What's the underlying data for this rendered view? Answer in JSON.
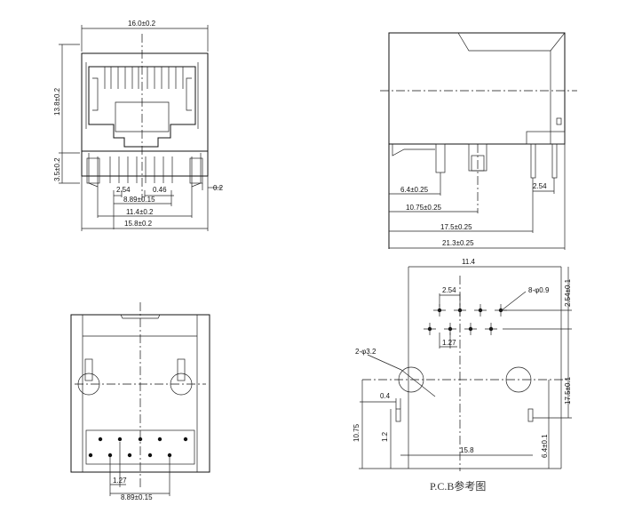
{
  "front_view": {
    "width": "16.0±0.2",
    "height_body": "13.8±0.2",
    "height_pins": "3.5±0.2",
    "pitch": "2.54",
    "pin_width": "0.46",
    "pin_span": "8.89±0.15",
    "peg_span": "11.4±0.2",
    "base_width": "15.8±0.2",
    "offset": "0.2"
  },
  "side_view": {
    "d1": "6.4±0.25",
    "d2": "10.75±0.25",
    "d3": "17.5±0.25",
    "d4": "21.3±0.25",
    "d5": "2.54"
  },
  "bottom_view": {
    "pitch": "1.27",
    "pin_span": "8.89±0.15"
  },
  "pcb": {
    "top_span": "11.4",
    "pitch": "2.54",
    "holes": "8-φ0.9",
    "row_offset": "2.54±0.1",
    "stagger": "1.27",
    "peg_holes": "2-φ3.2",
    "peg_row_height": "17.5±0.1",
    "slot_width": "0.4",
    "slot_height": "1.2",
    "height_left": "10.75",
    "base_width": "15.8",
    "height_right": "6.4±0.1",
    "caption": "P.C.B参考图"
  }
}
